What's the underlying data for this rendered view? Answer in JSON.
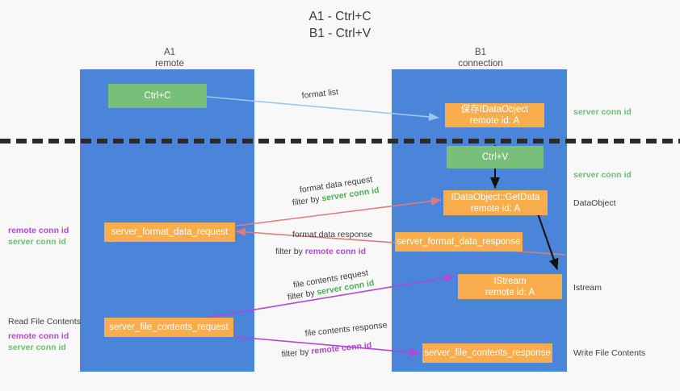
{
  "title": {
    "line1": "A1 - Ctrl+C",
    "line2": "B1 - Ctrl+V"
  },
  "columns": [
    {
      "name": "A1",
      "sub": "remote"
    },
    {
      "name": "B1",
      "sub": "connection"
    }
  ],
  "boxes": {
    "ctrl_c": "Ctrl+C",
    "ctrl_v": "Ctrl+V",
    "save_idataobject_line1": "保存IDataObject",
    "save_idataobject_line2": "remote id: A",
    "getdata_line1": "IDataObject::GetData",
    "getdata_line2": "remote id: A",
    "istream_line1": "IStream",
    "istream_line2": "remote id: A",
    "server_format_data_request": "server_format_data_request",
    "server_format_data_response": "server_format_data_response",
    "server_file_contents_request": "server_file_contents_request",
    "server_file_contents_response": "server_file_contents_response"
  },
  "edge_labels": {
    "format_list": "format list",
    "format_data_request": "format data request",
    "format_data_request_filter_prefix": "filter by ",
    "format_data_request_filter_value": "server conn id",
    "format_data_response": "format data response",
    "format_data_response_filter_prefix": "filter by ",
    "format_data_response_filter_value": "remote conn id",
    "file_contents_request": "file contents request",
    "file_contents_request_filter_prefix": "filter by ",
    "file_contents_request_filter_value": "server conn id",
    "file_contents_response": "file contents response",
    "file_contents_response_filter_prefix": "filter by ",
    "file_contents_response_filter_value": "remote conn id"
  },
  "right_annotations": {
    "server_conn_id_top": "server conn id",
    "server_conn_id_mid": "server conn id",
    "dataobject": "DataObject",
    "istream": "Istream",
    "write_file_contents": "Write File Contents"
  },
  "left_annotations": {
    "remote_conn_id_mid": "remote conn id",
    "server_conn_id_mid": "server conn id",
    "read_file_contents": "Read File Contents",
    "remote_conn_id_bottom": "remote conn id",
    "server_conn_id_bottom": "server conn id"
  },
  "colors": {
    "lane_blue": "#4a85da",
    "box_green": "#78c07a",
    "box_orange": "#f9ad4c",
    "arrow_lightblue": "#9dc8f0",
    "arrow_red": "#e06666",
    "arrow_magenta": "#b347d6",
    "arrow_black": "#111111",
    "text_green": "#4caf50",
    "text_purple": "#b347d6",
    "background": "#f8f8f8"
  }
}
